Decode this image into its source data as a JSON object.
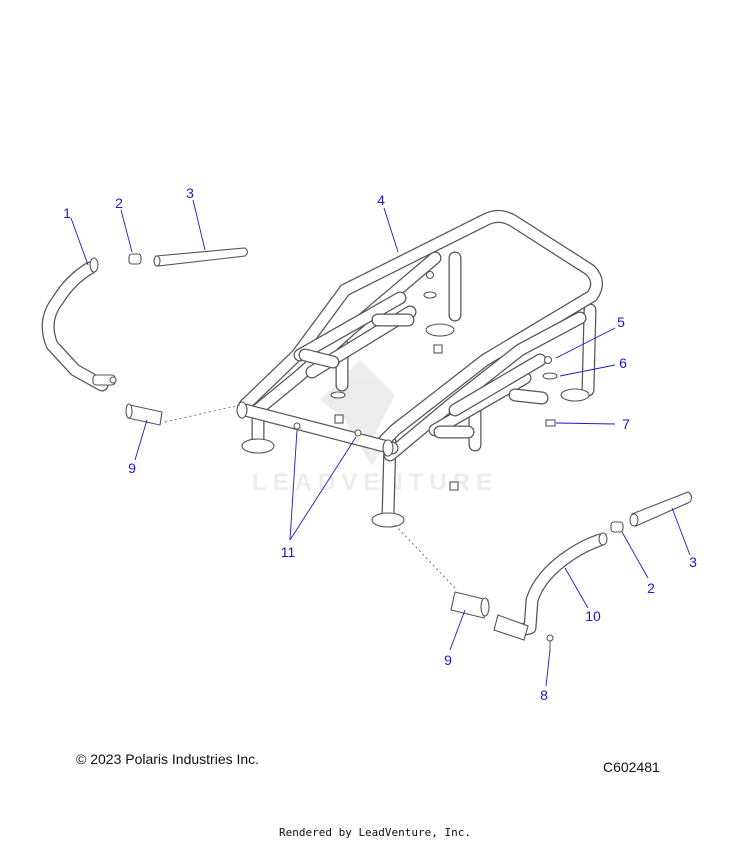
{
  "diagram": {
    "callouts": [
      {
        "id": "c1",
        "label": "1"
      },
      {
        "id": "c2a",
        "label": "2"
      },
      {
        "id": "c3a",
        "label": "3"
      },
      {
        "id": "c4",
        "label": "4"
      },
      {
        "id": "c5",
        "label": "5"
      },
      {
        "id": "c6",
        "label": "6"
      },
      {
        "id": "c7",
        "label": "7"
      },
      {
        "id": "c9a",
        "label": "9"
      },
      {
        "id": "c11",
        "label": "11"
      },
      {
        "id": "c3b",
        "label": "3"
      },
      {
        "id": "c2b",
        "label": "2"
      },
      {
        "id": "c10",
        "label": "10"
      },
      {
        "id": "c9b",
        "label": "9"
      },
      {
        "id": "c8",
        "label": "8"
      }
    ],
    "watermark": "LEADVENTURE",
    "accent_color": "#1a1acc"
  },
  "footer": {
    "copyright": "© 2023 Polaris Industries Inc.",
    "figure_id": "C602481",
    "rendered_by": "Rendered by LeadVenture, Inc."
  }
}
